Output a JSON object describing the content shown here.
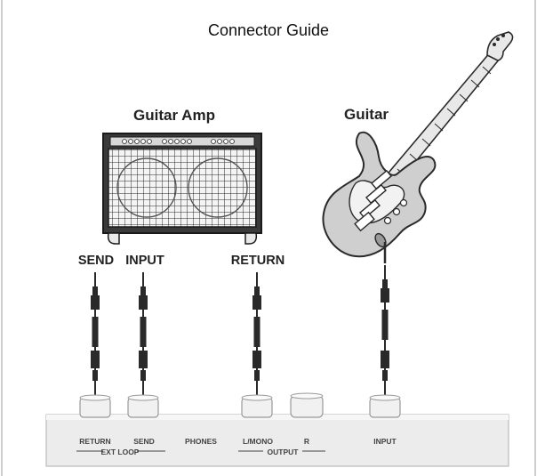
{
  "title": "Connector Guide",
  "devices": {
    "amp_label": "Guitar Amp",
    "guitar_label": "Guitar"
  },
  "cable_labels": {
    "send": "SEND",
    "input": "INPUT",
    "return": "RETURN"
  },
  "jacks": {
    "return": "RETURN",
    "send": "SEND",
    "ext_loop": "EXT LOOP",
    "phones": "PHONES",
    "l_mono": "L/MONO",
    "r": "R",
    "output": "OUTPUT",
    "input": "INPUT"
  },
  "colors": {
    "stroke": "#2a2a2a",
    "device_fill": "#e9e9e9",
    "panel_fill": "#ececec",
    "amp_body": "#3a3a3a",
    "grill": "#f4f4f4",
    "guitar_fill": "#cfcfcf"
  },
  "icons": {
    "amp": "guitar-amp-icon",
    "guitar": "electric-guitar-icon",
    "cable": "instrument-cable-icon",
    "jack": "jack-socket-icon"
  }
}
